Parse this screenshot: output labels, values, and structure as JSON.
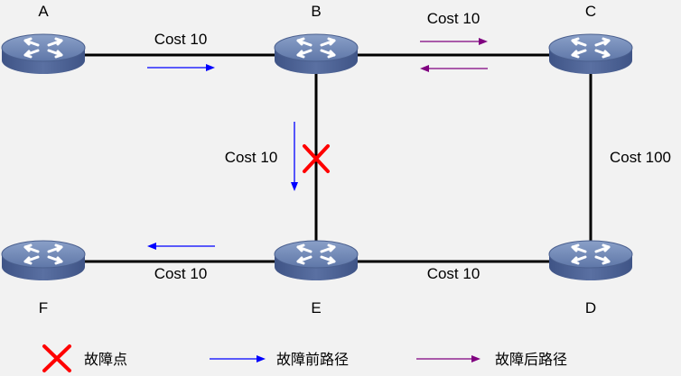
{
  "nodes": {
    "a": "A",
    "b": "B",
    "c": "C",
    "d": "D",
    "e": "E",
    "f": "F"
  },
  "links": {
    "ab": "Cost 10",
    "bc": "Cost 10",
    "be": "Cost 10",
    "cd": "Cost 100",
    "ef": "Cost 10",
    "ed": "Cost 10"
  },
  "legend": {
    "fault": "故障点",
    "before": "故障前路径",
    "after": "故障后路径"
  },
  "colors": {
    "link": "#000000",
    "router_top": "#6f86b3",
    "router_side": "#4a5f8e",
    "fault": "#ff0000",
    "path_before": "#0000ff",
    "path_after": "#800080"
  },
  "icons": {
    "router": "router-icon",
    "fault": "fault-x-icon"
  }
}
